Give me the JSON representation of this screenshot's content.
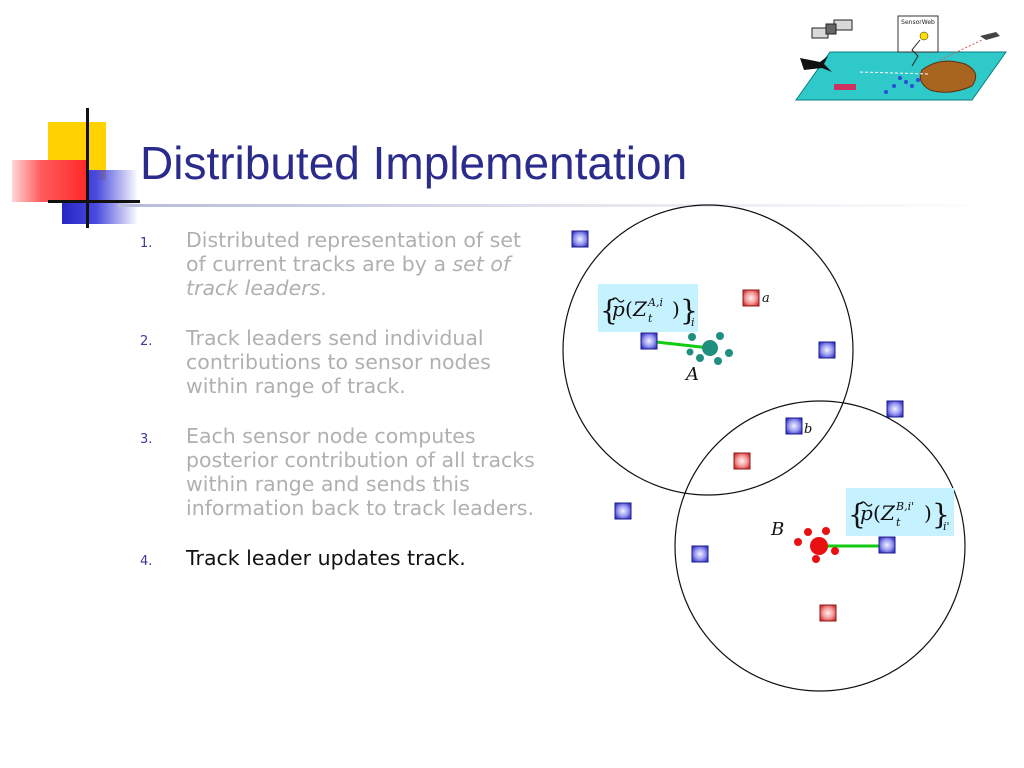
{
  "slide": {
    "title": "Distributed Implementation",
    "items": [
      {
        "number": "1.",
        "text_before": "Distributed representation of set of current tracks are by a ",
        "emphasis": "set of track leaders",
        "text_after": ".",
        "state": "dimmed"
      },
      {
        "number": "2.",
        "text": "Track leaders send individual contributions to sensor nodes within range of track.",
        "state": "dimmed"
      },
      {
        "number": "3.",
        "text": "Each sensor node computes posterior contribution of all tracks within range and sends this information back to track leaders.",
        "state": "dimmed"
      },
      {
        "number": "4.",
        "text": "Track leader updates track.",
        "state": "current"
      }
    ]
  },
  "diagram": {
    "labels": {
      "track_a": "A",
      "track_b": "B",
      "node_a": "a",
      "node_b": "b"
    },
    "formula_a": {
      "open": "{",
      "p": "p",
      "paren_open": "(",
      "z": "Z",
      "sup": "A,i",
      "sub_t": "t",
      "paren_close": ")",
      "close": "}",
      "sub_index": "i"
    },
    "formula_b": {
      "open": "{",
      "p": "p",
      "paren_open": "(",
      "z": "Z",
      "sup": "B,i'",
      "sub_t": "t",
      "paren_close": ")",
      "close": "}",
      "sub_index": "i'"
    }
  },
  "logo": {
    "label": "SensorWeb"
  },
  "colors": {
    "title": "#2b2b8c",
    "dimmed_text": "#b0b0b0",
    "current_text": "#111111",
    "sensor_blue": "#4a4ad8",
    "sensor_red": "#e23a3a",
    "track_a": "#1f8f80",
    "track_b": "#e81010",
    "formula_bg": "#c6f2ff",
    "link": "#11cc11"
  }
}
